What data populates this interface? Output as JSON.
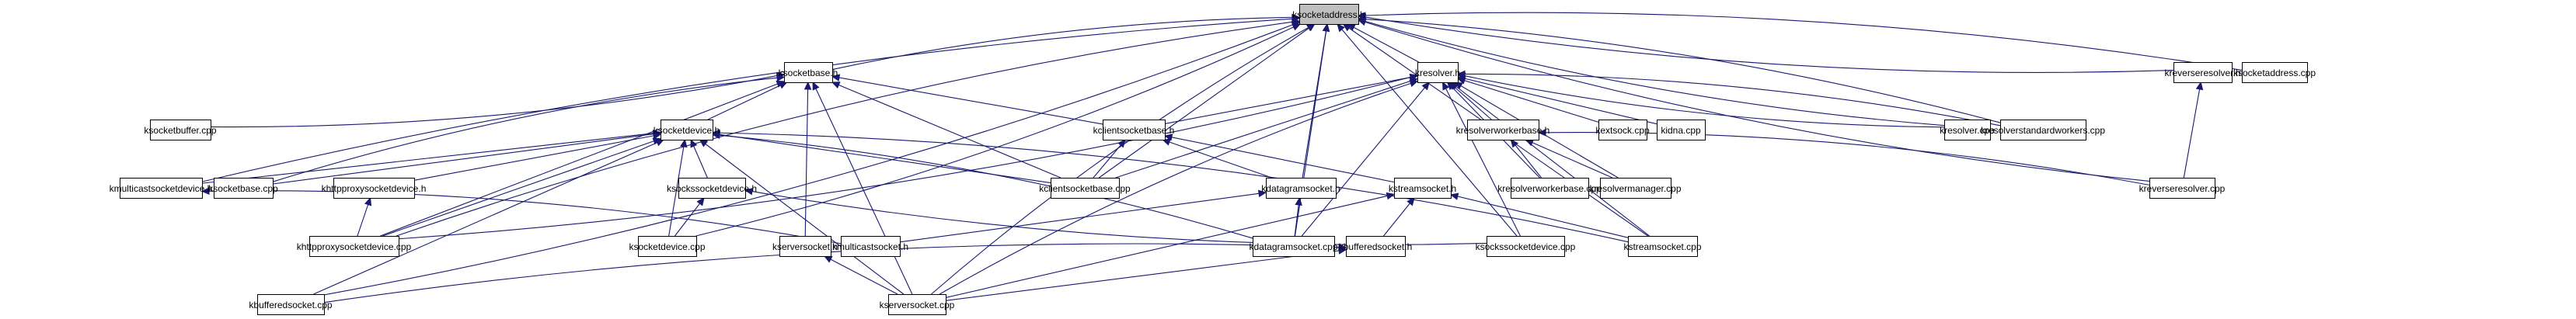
{
  "diagram": {
    "type": "include-dependency-graph",
    "root": "ksocketaddress.h",
    "colors": {
      "edge": "#191970",
      "root_fill": "#bfbfbf",
      "node_fill": "#ffffff",
      "border": "#000000"
    },
    "nodes": [
      {
        "id": "ksocketaddress_h",
        "label": "ksocketaddress.h",
        "root": true
      },
      {
        "id": "ksocketbase_h",
        "label": "ksocketbase.h"
      },
      {
        "id": "kresolver_h",
        "label": "kresolver.h"
      },
      {
        "id": "kreverseresolver_h",
        "label": "kreverseresolver.h"
      },
      {
        "id": "ksocketaddress_cpp",
        "label": "ksocketaddress.cpp"
      },
      {
        "id": "ksocketbuffer_cpp",
        "label": "ksocketbuffer.cpp"
      },
      {
        "id": "ksocketdevice_h",
        "label": "ksocketdevice.h"
      },
      {
        "id": "kclientsocketbase_h",
        "label": "kclientsocketbase.h"
      },
      {
        "id": "kresolverworkerbase_h",
        "label": "kresolverworkerbase.h"
      },
      {
        "id": "kextsock_cpp",
        "label": "kextsock.cpp"
      },
      {
        "id": "kidna_cpp",
        "label": "kidna.cpp"
      },
      {
        "id": "kresolver_cpp",
        "label": "kresolver.cpp"
      },
      {
        "id": "kresolverstandardworkers_cpp",
        "label": "kresolverstandardworkers.cpp"
      },
      {
        "id": "kmulticastsocketdevice_h",
        "label": "kmulticastsocketdevice.h"
      },
      {
        "id": "ksocketbase_cpp",
        "label": "ksocketbase.cpp"
      },
      {
        "id": "khttpproxysocketdevice_h",
        "label": "khttpproxysocketdevice.h"
      },
      {
        "id": "ksockssocketdevice_h",
        "label": "ksockssocketdevice.h"
      },
      {
        "id": "kclientsocketbase_cpp",
        "label": "kclientsocketbase.cpp"
      },
      {
        "id": "kdatagramsocket_h",
        "label": "kdatagramsocket.h"
      },
      {
        "id": "kstreamsocket_h",
        "label": "kstreamsocket.h"
      },
      {
        "id": "kresolverworkerbase_cpp",
        "label": "kresolverworkerbase.cpp"
      },
      {
        "id": "kresolvermanager_cpp",
        "label": "kresolvermanager.cpp"
      },
      {
        "id": "kreverseresolver_cpp",
        "label": "kreverseresolver.cpp"
      },
      {
        "id": "khttpproxysocketdevice_cpp",
        "label": "khttpproxysocketdevice.cpp"
      },
      {
        "id": "ksocketdevice_cpp",
        "label": "ksocketdevice.cpp"
      },
      {
        "id": "kserversocket_h",
        "label": "kserversocket.h"
      },
      {
        "id": "kmulticastsocket_h",
        "label": "kmulticastsocket.h"
      },
      {
        "id": "kdatagramsocket_cpp",
        "label": "kdatagramsocket.cpp"
      },
      {
        "id": "kbufferedsocket_h",
        "label": "kbufferedsocket.h"
      },
      {
        "id": "ksockssocketdevice_cpp",
        "label": "ksockssocketdevice.cpp"
      },
      {
        "id": "kstreamsocket_cpp",
        "label": "kstreamsocket.cpp"
      },
      {
        "id": "kbufferedsocket_cpp",
        "label": "kbufferedsocket.cpp"
      },
      {
        "id": "kserversocket_cpp",
        "label": "kserversocket.cpp"
      }
    ],
    "edges": [
      [
        "ksocketbase_h",
        "ksocketaddress_h"
      ],
      [
        "kresolver_h",
        "ksocketaddress_h"
      ],
      [
        "kreverseresolver_h",
        "ksocketaddress_h"
      ],
      [
        "ksocketaddress_cpp",
        "ksocketaddress_h"
      ],
      [
        "kclientsocketbase_cpp",
        "ksocketaddress_h"
      ],
      [
        "kdatagramsocket_cpp",
        "ksocketaddress_h"
      ],
      [
        "kmulticastsocketdevice_h",
        "ksocketaddress_h"
      ],
      [
        "kbufferedsocket_cpp",
        "ksocketaddress_h"
      ],
      [
        "khttpproxysocketdevice_cpp",
        "ksocketaddress_h"
      ],
      [
        "ksocketdevice_cpp",
        "ksocketaddress_h"
      ],
      [
        "kserversocket_cpp",
        "ksocketaddress_h"
      ],
      [
        "kstreamsocket_cpp",
        "ksocketaddress_h"
      ],
      [
        "kresolver_cpp",
        "ksocketaddress_h"
      ],
      [
        "kresolverstandardworkers_cpp",
        "ksocketaddress_h"
      ],
      [
        "kreverseresolver_cpp",
        "ksocketaddress_h"
      ],
      [
        "ksockssocketdevice_cpp",
        "ksocketaddress_h"
      ],
      [
        "kdatagramsocket_h",
        "ksocketaddress_h"
      ],
      [
        "ksocketbuffer_cpp",
        "ksocketbase_h"
      ],
      [
        "ksocketdevice_h",
        "ksocketbase_h"
      ],
      [
        "kclientsocketbase_h",
        "ksocketbase_h"
      ],
      [
        "ksocketbase_cpp",
        "ksocketbase_h"
      ],
      [
        "kclientsocketbase_cpp",
        "ksocketbase_h"
      ],
      [
        "kserversocket_h",
        "ksocketbase_h"
      ],
      [
        "kserversocket_cpp",
        "ksocketbase_h"
      ],
      [
        "khttpproxysocketdevice_cpp",
        "ksocketbase_h"
      ],
      [
        "kmulticastsocketdevice_h",
        "ksocketdevice_h"
      ],
      [
        "ksocketbase_cpp",
        "ksocketdevice_h"
      ],
      [
        "khttpproxysocketdevice_h",
        "ksocketdevice_h"
      ],
      [
        "ksockssocketdevice_h",
        "ksocketdevice_h"
      ],
      [
        "kclientsocketbase_cpp",
        "ksocketdevice_h"
      ],
      [
        "ksocketdevice_cpp",
        "ksocketdevice_h"
      ],
      [
        "kdatagramsocket_cpp",
        "ksocketdevice_h"
      ],
      [
        "kserversocket_cpp",
        "ksocketdevice_h"
      ],
      [
        "kbufferedsocket_cpp",
        "ksocketdevice_h"
      ],
      [
        "khttpproxysocketdevice_cpp",
        "ksocketdevice_h"
      ],
      [
        "kstreamsocket_cpp",
        "ksocketdevice_h"
      ],
      [
        "khttpproxysocketdevice_cpp",
        "khttpproxysocketdevice_h"
      ],
      [
        "ksocketdevice_cpp",
        "ksockssocketdevice_h"
      ],
      [
        "ksockssocketdevice_cpp",
        "ksockssocketdevice_h"
      ],
      [
        "kmulticastsocket_h",
        "kmulticastsocketdevice_h"
      ],
      [
        "kclientsocketbase_cpp",
        "kclientsocketbase_h"
      ],
      [
        "kdatagramsocket_h",
        "kclientsocketbase_h"
      ],
      [
        "kstreamsocket_h",
        "kclientsocketbase_h"
      ],
      [
        "kmulticastsocket_h",
        "kdatagramsocket_h"
      ],
      [
        "kdatagramsocket_cpp",
        "kdatagramsocket_h"
      ],
      [
        "kbufferedsocket_h",
        "kstreamsocket_h"
      ],
      [
        "kserversocket_cpp",
        "kstreamsocket_h"
      ],
      [
        "kstreamsocket_cpp",
        "kstreamsocket_h"
      ],
      [
        "kbufferedsocket_cpp",
        "kbufferedsocket_h"
      ],
      [
        "kserversocket_cpp",
        "kbufferedsocket_h"
      ],
      [
        "kserversocket_cpp",
        "kserversocket_h"
      ],
      [
        "kresolverworkerbase_h",
        "kresolver_h"
      ],
      [
        "kextsock_cpp",
        "kresolver_h"
      ],
      [
        "kidna_cpp",
        "kresolver_h"
      ],
      [
        "kresolver_cpp",
        "kresolver_h"
      ],
      [
        "kresolverstandardworkers_cpp",
        "kresolver_h"
      ],
      [
        "kresolverworkerbase_cpp",
        "kresolver_h"
      ],
      [
        "kresolvermanager_cpp",
        "kresolver_h"
      ],
      [
        "kclientsocketbase_cpp",
        "kresolver_h"
      ],
      [
        "kdatagramsocket_cpp",
        "kresolver_h"
      ],
      [
        "ksockssocketdevice_cpp",
        "kresolver_h"
      ],
      [
        "kstreamsocket_cpp",
        "kresolver_h"
      ],
      [
        "kserversocket_cpp",
        "kresolver_h"
      ],
      [
        "khttpproxysocketdevice_cpp",
        "kresolver_h"
      ],
      [
        "kclientsocketbase_h",
        "kresolver_h"
      ],
      [
        "kresolverworkerbase_cpp",
        "kresolverworkerbase_h"
      ],
      [
        "kresolvermanager_cpp",
        "kresolverworkerbase_h"
      ],
      [
        "kreverseresolver_cpp",
        "kresolverworkerbase_h"
      ],
      [
        "kreverseresolver_cpp",
        "kreverseresolver_h"
      ]
    ]
  }
}
